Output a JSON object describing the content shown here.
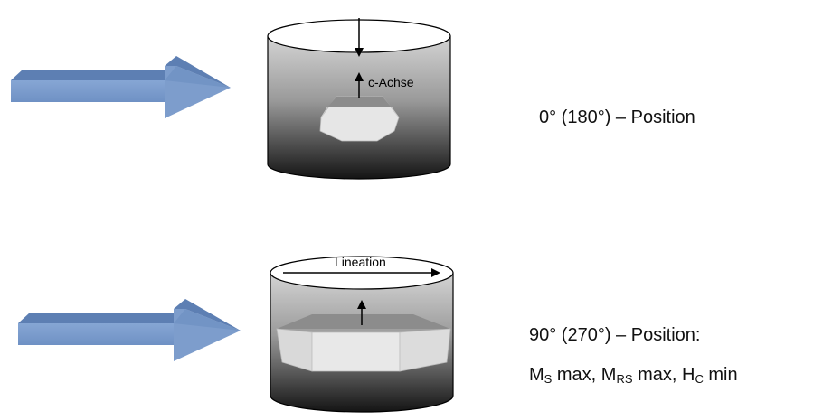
{
  "scene_top": {
    "axis_label": "c-Achse",
    "caption": "0° (180°) – Position"
  },
  "scene_bottom": {
    "axis_label": "Lineation",
    "caption_line1": "90° (270°) – Position:",
    "caption_line2": {
      "ms_main": "M",
      "ms_sub": "S",
      "ms_rest": " max, ",
      "mrs_main": "M",
      "mrs_sub": "RS",
      "mrs_rest": " max, ",
      "hc_main": "H",
      "hc_sub": "C",
      "hc_rest": " min"
    }
  },
  "colors": {
    "arrow_face": "#7d9dcc",
    "arrow_top": "#5d7fb3",
    "arrow_tip": "#6a8cc0",
    "cylinder_light": "#d4d4d4",
    "cylinder_dark": "#141414",
    "crystal_face": "#e6e6e6",
    "crystal_top": "#8c8c8c"
  }
}
